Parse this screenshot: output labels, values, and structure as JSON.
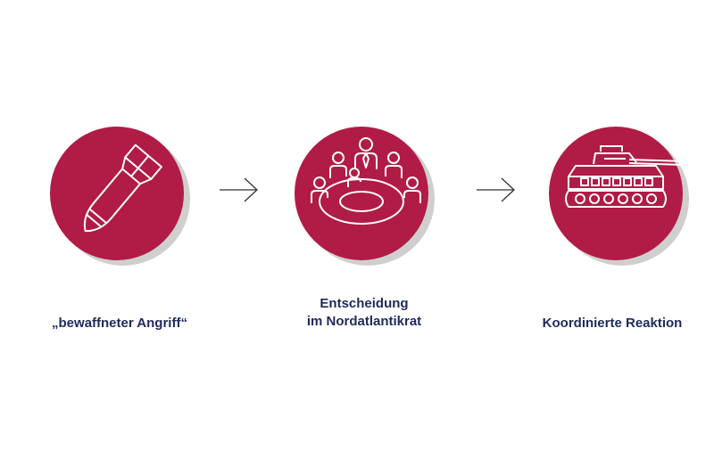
{
  "steps": [
    {
      "label": "„bewaffneter Angriff“",
      "icon": "bomb-icon"
    },
    {
      "label_line1": "Entscheidung",
      "label_line2": "im Nordatlantikrat",
      "icon": "council-table-icon"
    },
    {
      "label": "Koordinierte Reaktion",
      "icon": "tank-icon"
    }
  ],
  "colors": {
    "disc": "#b01c46",
    "shadow": "#cfcfcf",
    "label": "#1f2a5c",
    "arrow": "#333333"
  }
}
